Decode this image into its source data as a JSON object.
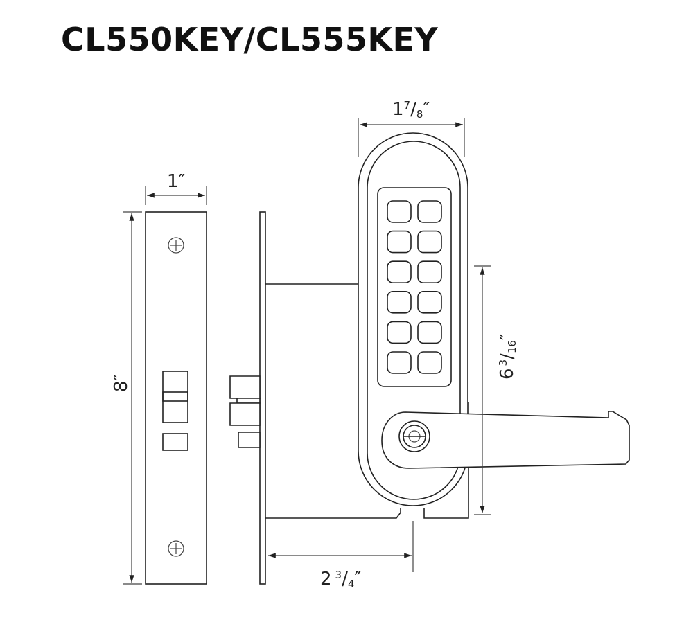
{
  "title": "CL550KEY/CL555KEY",
  "dimensions": {
    "faceplate_width": {
      "whole": "1",
      "mark": "″"
    },
    "faceplate_height": {
      "whole": "8",
      "mark": "″"
    },
    "escutcheon_width": {
      "whole": "1",
      "num": "7",
      "slash": "/",
      "den": "8",
      "mark": "″"
    },
    "escutcheon_height": {
      "whole": "6",
      "num": "3",
      "slash": "/",
      "den": "16",
      "mark": "″"
    },
    "backset": {
      "whole": "2",
      "num": "3",
      "slash": "/",
      "den": "4",
      "mark": "″"
    }
  },
  "keypad": {
    "rows": 6,
    "columns": 2
  },
  "colors": {
    "line": "#222222",
    "background": "#ffffff"
  }
}
